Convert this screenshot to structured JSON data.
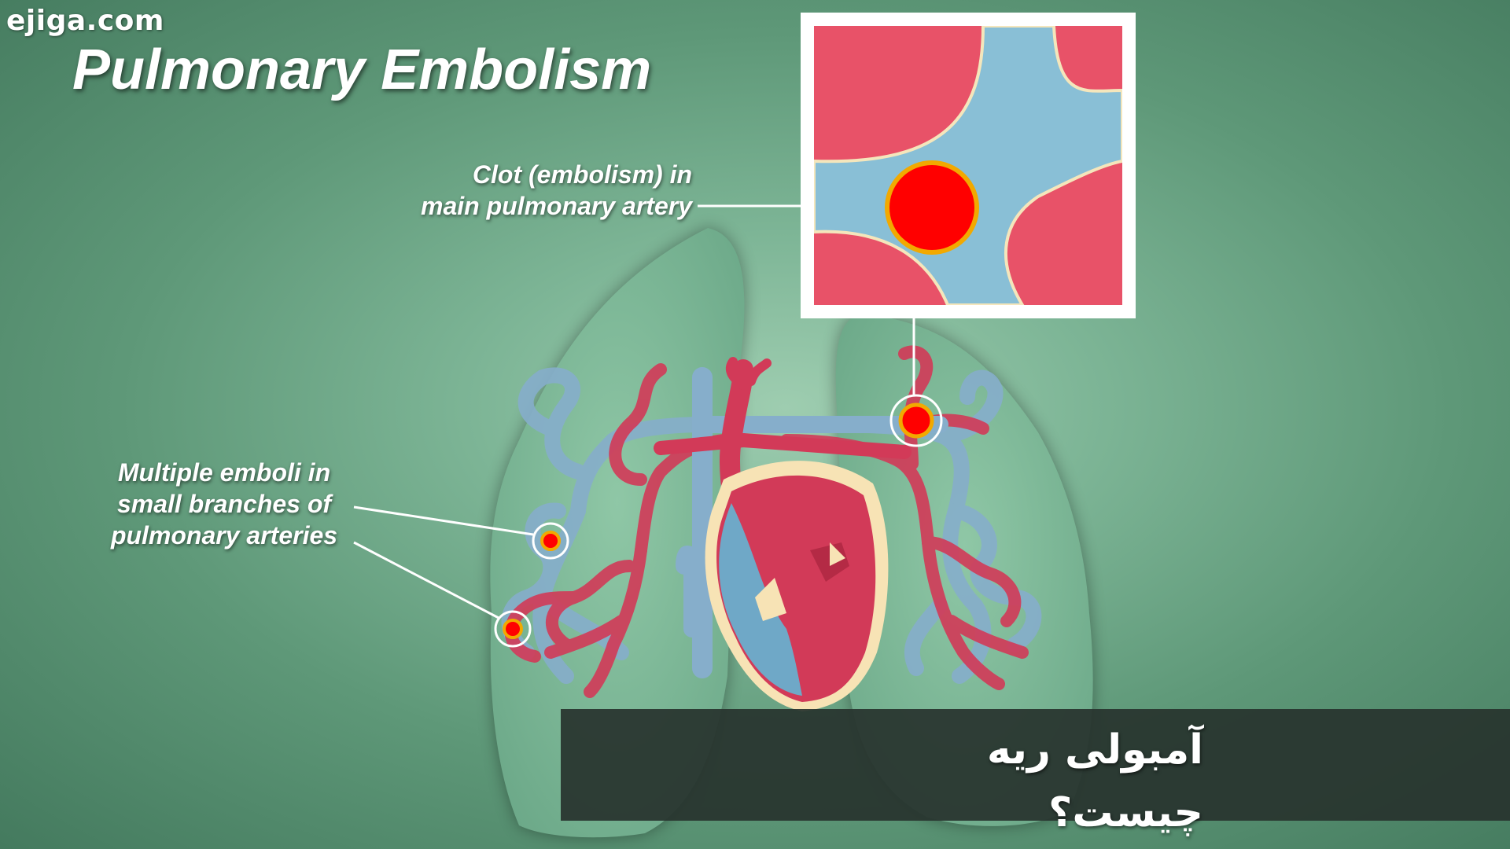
{
  "watermark": "ejiga.com",
  "title": "Pulmonary Embolism",
  "labels": {
    "clot": [
      "Clot (embolism) in",
      "main pulmonary artery"
    ],
    "multiple": [
      "Multiple emboli in",
      "small branches of",
      "pulmonary arteries"
    ]
  },
  "caption": "آمبولی ریه چیست؟",
  "colors": {
    "background": "#6fa888",
    "artery": "#d23a58",
    "vein": "#86aecb",
    "clot": "#ff0000",
    "clot_ring": "#f2a900",
    "inset_bg": "#e85268",
    "inset_vessel": "#89bfd6",
    "caption_bg": "#28342e"
  }
}
